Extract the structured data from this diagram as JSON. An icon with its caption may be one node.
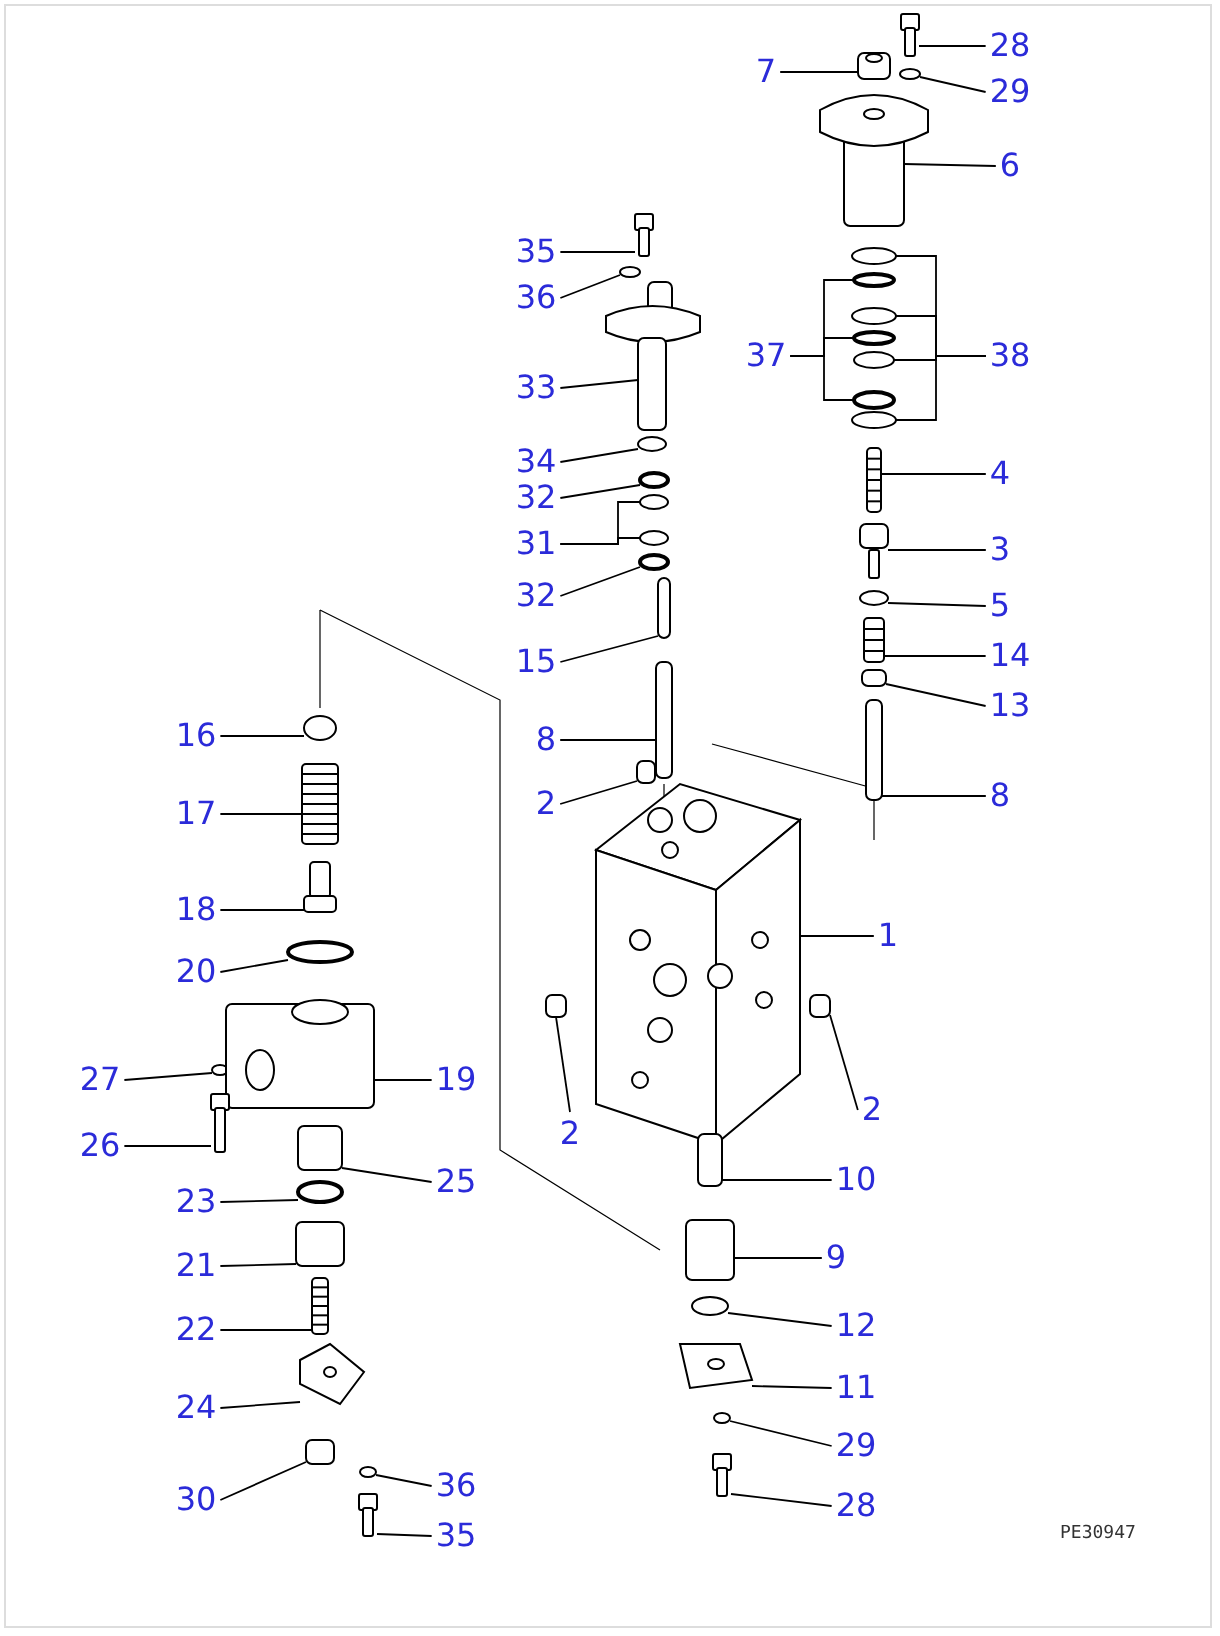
{
  "diagram": {
    "nodes": [
      {
        "text": [
          "28"
        ]
      },
      {
        "text": [
          "7"
        ]
      },
      {
        "text": [
          "29"
        ]
      },
      {
        "text": [
          "6"
        ]
      },
      {
        "text": [
          "35"
        ]
      },
      {
        "text": [
          "36"
        ]
      },
      {
        "text": [
          "37"
        ]
      },
      {
        "text": [
          "38"
        ]
      },
      {
        "text": [
          "33"
        ]
      },
      {
        "text": [
          "34"
        ]
      },
      {
        "text": [
          "4"
        ]
      },
      {
        "text": [
          "32"
        ]
      },
      {
        "text": [
          "31"
        ]
      },
      {
        "text": [
          "3"
        ]
      },
      {
        "text": [
          "32"
        ]
      },
      {
        "text": [
          "5"
        ]
      },
      {
        "text": [
          "15"
        ]
      },
      {
        "text": [
          "14"
        ]
      },
      {
        "text": [
          "13"
        ]
      },
      {
        "text": [
          "16"
        ]
      },
      {
        "text": [
          "8"
        ]
      },
      {
        "text": [
          "8"
        ]
      },
      {
        "text": [
          "2"
        ]
      },
      {
        "text": [
          "17"
        ]
      },
      {
        "text": [
          "18"
        ]
      },
      {
        "text": [
          "1"
        ]
      },
      {
        "text": [
          "20"
        ]
      },
      {
        "text": [
          "27"
        ]
      },
      {
        "text": [
          "19"
        ]
      },
      {
        "text": [
          "2"
        ]
      },
      {
        "text": [
          "26"
        ]
      },
      {
        "text": [
          "2"
        ]
      },
      {
        "text": [
          "10"
        ]
      },
      {
        "text": [
          "25"
        ]
      },
      {
        "text": [
          "23"
        ]
      },
      {
        "text": [
          "9"
        ]
      },
      {
        "text": [
          "21"
        ]
      },
      {
        "text": [
          "12"
        ]
      },
      {
        "text": [
          "22"
        ]
      },
      {
        "text": [
          "11"
        ]
      },
      {
        "text": [
          "24"
        ]
      },
      {
        "text": [
          "29"
        ]
      },
      {
        "text": [
          "36"
        ]
      },
      {
        "text": [
          "30"
        ]
      },
      {
        "text": [
          "28"
        ]
      },
      {
        "text": [
          "35"
        ]
      },
      {
        "text": [],
        "shape": "picture"
      },
      {
        "text": [],
        "shape": "picture"
      },
      {
        "text": [],
        "shape": "circle"
      },
      {
        "text": [],
        "shape": "picture"
      },
      {
        "text": [],
        "shape": "picture"
      },
      {
        "text": [],
        "shape": "circle"
      },
      {
        "text": [],
        "shape": "circle"
      },
      {
        "text": [],
        "shape": "circle"
      },
      {
        "text": [],
        "shape": "circle"
      },
      {
        "text": [],
        "shape": "circle"
      },
      {
        "text": [],
        "shape": "circle"
      },
      {
        "text": [],
        "shape": "circle"
      },
      {
        "text": [],
        "shape": "circle"
      },
      {
        "text": [],
        "shape": "picture"
      },
      {
        "text": [],
        "shape": "circle"
      },
      {
        "text": [],
        "shape": "picture"
      },
      {
        "text": [],
        "shape": "circle"
      },
      {
        "text": [],
        "shape": "circle"
      },
      {
        "text": [],
        "shape": "circle"
      },
      {
        "text": [],
        "shape": "picture"
      },
      {
        "text": [],
        "shape": "circle"
      },
      {
        "text": [],
        "shape": "circle"
      },
      {
        "text": [],
        "shape": "box"
      },
      {
        "text": [],
        "shape": "picture"
      },
      {
        "text": [],
        "shape": "box"
      },
      {
        "text": [],
        "shape": "circle"
      },
      {
        "text": [],
        "shape": "box"
      },
      {
        "text": [],
        "shape": "box"
      },
      {
        "text": [],
        "shape": "box"
      },
      {
        "text": [],
        "shape": "picture"
      },
      {
        "text": [],
        "shape": "picture"
      },
      {
        "text": [],
        "shape": "picture"
      },
      {
        "text": [],
        "shape": "circle"
      },
      {
        "text": [],
        "shape": "circle"
      },
      {
        "text": [],
        "shape": "picture"
      },
      {
        "text": [],
        "shape": "box"
      },
      {
        "text": [],
        "shape": "picture"
      },
      {
        "text": [],
        "shape": "box"
      },
      {
        "text": [],
        "shape": "box"
      },
      {
        "text": [],
        "shape": "box"
      },
      {
        "text": [],
        "shape": "circle"
      },
      {
        "text": [],
        "shape": "box"
      },
      {
        "text": [],
        "shape": "box"
      },
      {
        "text": [],
        "shape": "circle"
      },
      {
        "text": [],
        "shape": "picture"
      },
      {
        "text": [],
        "shape": "picture"
      },
      {
        "text": [],
        "shape": "picture"
      },
      {
        "text": [],
        "shape": "circle"
      },
      {
        "text": [],
        "shape": "circle"
      },
      {
        "text": [],
        "shape": "box"
      },
      {
        "text": [],
        "shape": "picture"
      },
      {
        "text": [],
        "shape": "picture"
      }
    ],
    "edges": [
      {
        "from": 0,
        "to": 46,
        "arrow": "none"
      },
      {
        "from": 1,
        "to": 47,
        "arrow": "none"
      },
      {
        "from": 2,
        "to": 48,
        "arrow": "none"
      },
      {
        "from": 3,
        "to": 49,
        "arrow": "none"
      },
      {
        "from": 4,
        "to": 50,
        "arrow": "none"
      },
      {
        "from": 5,
        "to": 51,
        "arrow": "none"
      },
      {
        "from": 6,
        "to": 52,
        "arrow": "none"
      },
      {
        "from": 6,
        "to": 53,
        "arrow": "none"
      },
      {
        "from": 6,
        "to": 54,
        "arrow": "none"
      },
      {
        "from": 7,
        "to": 55,
        "arrow": "none"
      },
      {
        "from": 7,
        "to": 56,
        "arrow": "none"
      },
      {
        "from": 7,
        "to": 57,
        "arrow": "none"
      },
      {
        "from": 7,
        "to": 58,
        "arrow": "none"
      },
      {
        "from": 8,
        "to": 59,
        "arrow": "none"
      },
      {
        "from": 9,
        "to": 60,
        "arrow": "none"
      },
      {
        "from": 10,
        "to": 61,
        "arrow": "none"
      },
      {
        "from": 11,
        "to": 62,
        "arrow": "none"
      },
      {
        "from": 12,
        "to": 63,
        "arrow": "none"
      },
      {
        "from": 12,
        "to": 64,
        "arrow": "none"
      },
      {
        "from": 13,
        "to": 65,
        "arrow": "none"
      },
      {
        "from": 14,
        "to": 66,
        "arrow": "none"
      },
      {
        "from": 15,
        "to": 67,
        "arrow": "none"
      },
      {
        "from": 16,
        "to": 68,
        "arrow": "none"
      },
      {
        "from": 17,
        "to": 69,
        "arrow": "none"
      },
      {
        "from": 18,
        "to": 70,
        "arrow": "none"
      },
      {
        "from": 19,
        "to": 71,
        "arrow": "none"
      },
      {
        "from": 20,
        "to": 72,
        "arrow": "none"
      },
      {
        "from": 21,
        "to": 73,
        "arrow": "none"
      },
      {
        "from": 22,
        "to": 74,
        "arrow": "none"
      },
      {
        "from": 23,
        "to": 75,
        "arrow": "none"
      },
      {
        "from": 24,
        "to": 76,
        "arrow": "none"
      },
      {
        "from": 25,
        "to": 77,
        "arrow": "none"
      },
      {
        "from": 26,
        "to": 78,
        "arrow": "none"
      },
      {
        "from": 27,
        "to": 79,
        "arrow": "none"
      },
      {
        "from": 28,
        "to": 80,
        "arrow": "none"
      },
      {
        "from": 29,
        "to": 81,
        "arrow": "none"
      },
      {
        "from": 30,
        "to": 82,
        "arrow": "none"
      },
      {
        "from": 31,
        "to": 83,
        "arrow": "none"
      },
      {
        "from": 32,
        "to": 84,
        "arrow": "none"
      },
      {
        "from": 33,
        "to": 85,
        "arrow": "none"
      },
      {
        "from": 34,
        "to": 86,
        "arrow": "none"
      },
      {
        "from": 35,
        "to": 87,
        "arrow": "none"
      },
      {
        "from": 36,
        "to": 88,
        "arrow": "none"
      },
      {
        "from": 37,
        "to": 89,
        "arrow": "none"
      },
      {
        "from": 38,
        "to": 90,
        "arrow": "none"
      },
      {
        "from": 39,
        "to": 91,
        "arrow": "none"
      },
      {
        "from": 40,
        "to": 92,
        "arrow": "none"
      },
      {
        "from": 41,
        "to": 93,
        "arrow": "none"
      },
      {
        "from": 42,
        "to": 94,
        "arrow": "none"
      },
      {
        "from": 43,
        "to": 95,
        "arrow": "none"
      },
      {
        "from": 44,
        "to": 96,
        "arrow": "none"
      },
      {
        "from": 45,
        "to": 97,
        "arrow": "none"
      }
    ],
    "labels": [
      "PE30947"
    ]
  }
}
